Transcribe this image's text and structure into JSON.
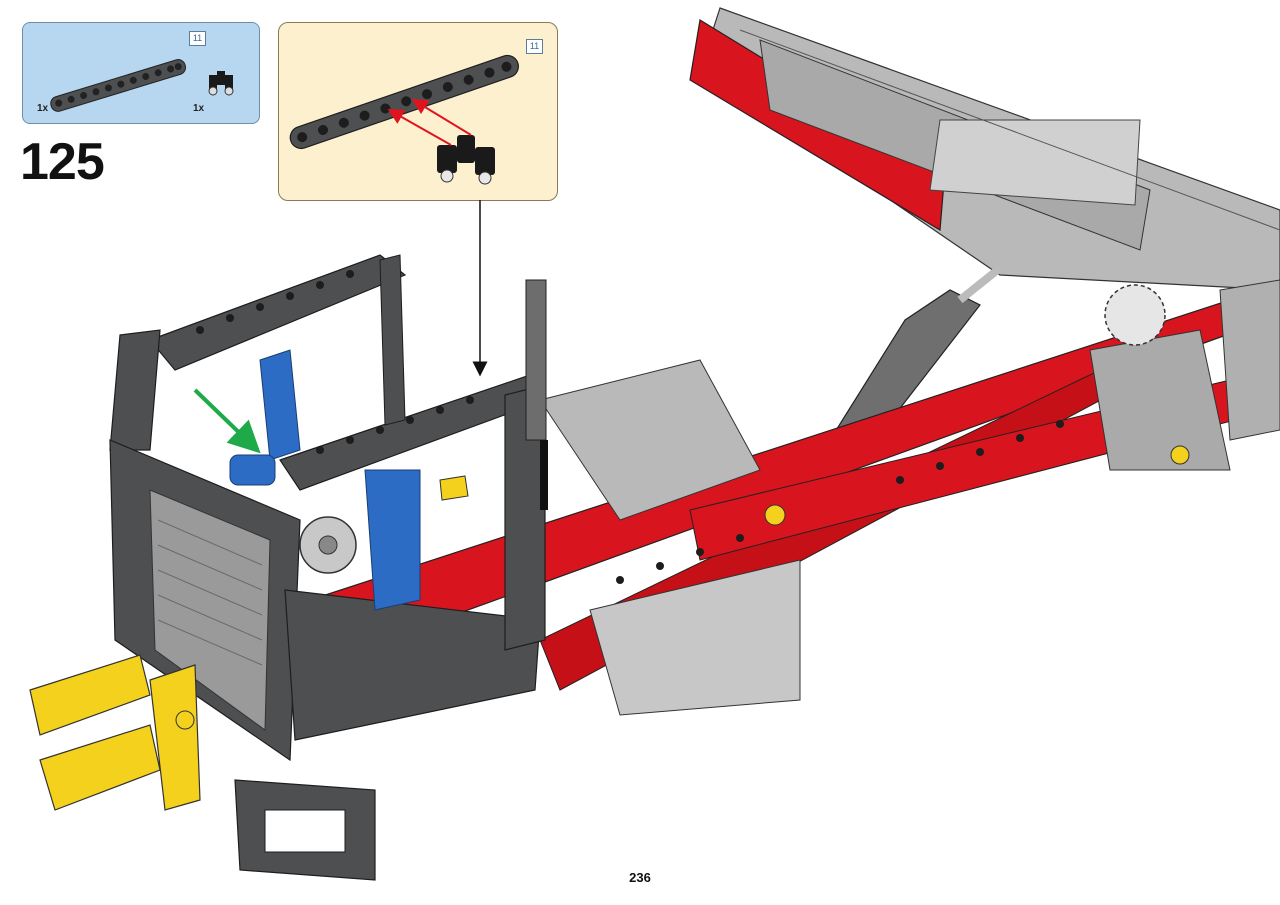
{
  "step": {
    "number": "125"
  },
  "parts_list": {
    "items": [
      {
        "name": "liftarm-beam",
        "quantity": "1x",
        "length_badge": "11"
      },
      {
        "name": "connector-pin-pair",
        "quantity": "1x"
      }
    ]
  },
  "subassembly": {
    "length_badge": "11"
  },
  "footer": {
    "page_number": "236"
  },
  "colors": {
    "parts_box_bg": "#b7d7f0",
    "subassembly_bg": "#fdf0cf",
    "frame_red": "#d8141e",
    "beam_dark": "#4e4f51",
    "beam_light": "#b9b9b9",
    "accent_yellow": "#f4d11c",
    "accent_blue": "#2c6cc4",
    "insert_arrow_green": "#1faa4a",
    "insert_arrow_red": "#e0141e"
  }
}
